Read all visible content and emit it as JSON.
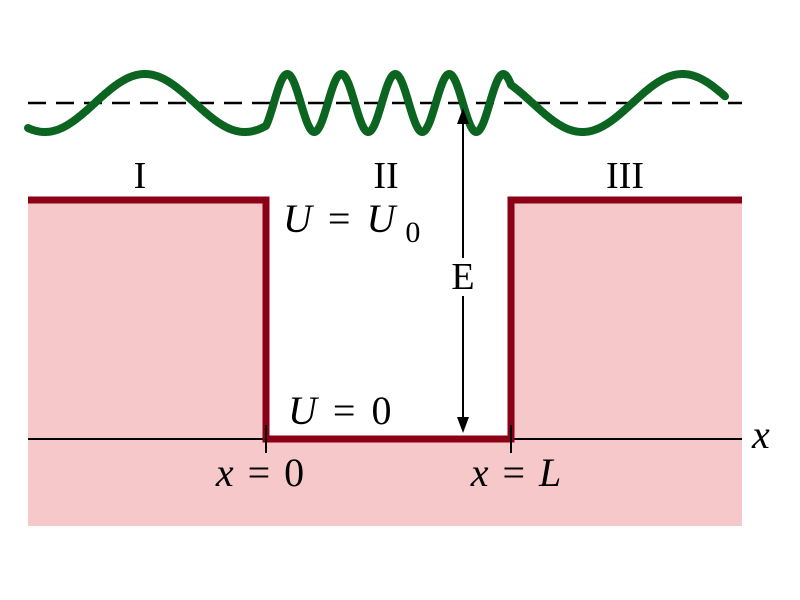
{
  "colors": {
    "background": "#ffffff",
    "region_fill": "#f7c8c9",
    "potential_line": "#8b0016",
    "wave": "#0b6420",
    "axis": "#000000",
    "dashed": "#000000"
  },
  "regions": {
    "left": "I",
    "middle": "II",
    "right": "III"
  },
  "labels": {
    "barrier_potential": {
      "var": "U",
      "eq": "=",
      "rhs_var": "U",
      "rhs_sub": "0"
    },
    "well_potential": {
      "var": "U",
      "eq": "=",
      "rhs": "0"
    },
    "energy": "E",
    "x_axis": "x",
    "left_edge": {
      "var": "x",
      "eq": "=",
      "rhs": "0"
    },
    "right_edge": {
      "var": "x",
      "eq": "=",
      "rhs": "L"
    }
  },
  "icons": {
    "energy_arrow": "double-arrow-icon"
  }
}
